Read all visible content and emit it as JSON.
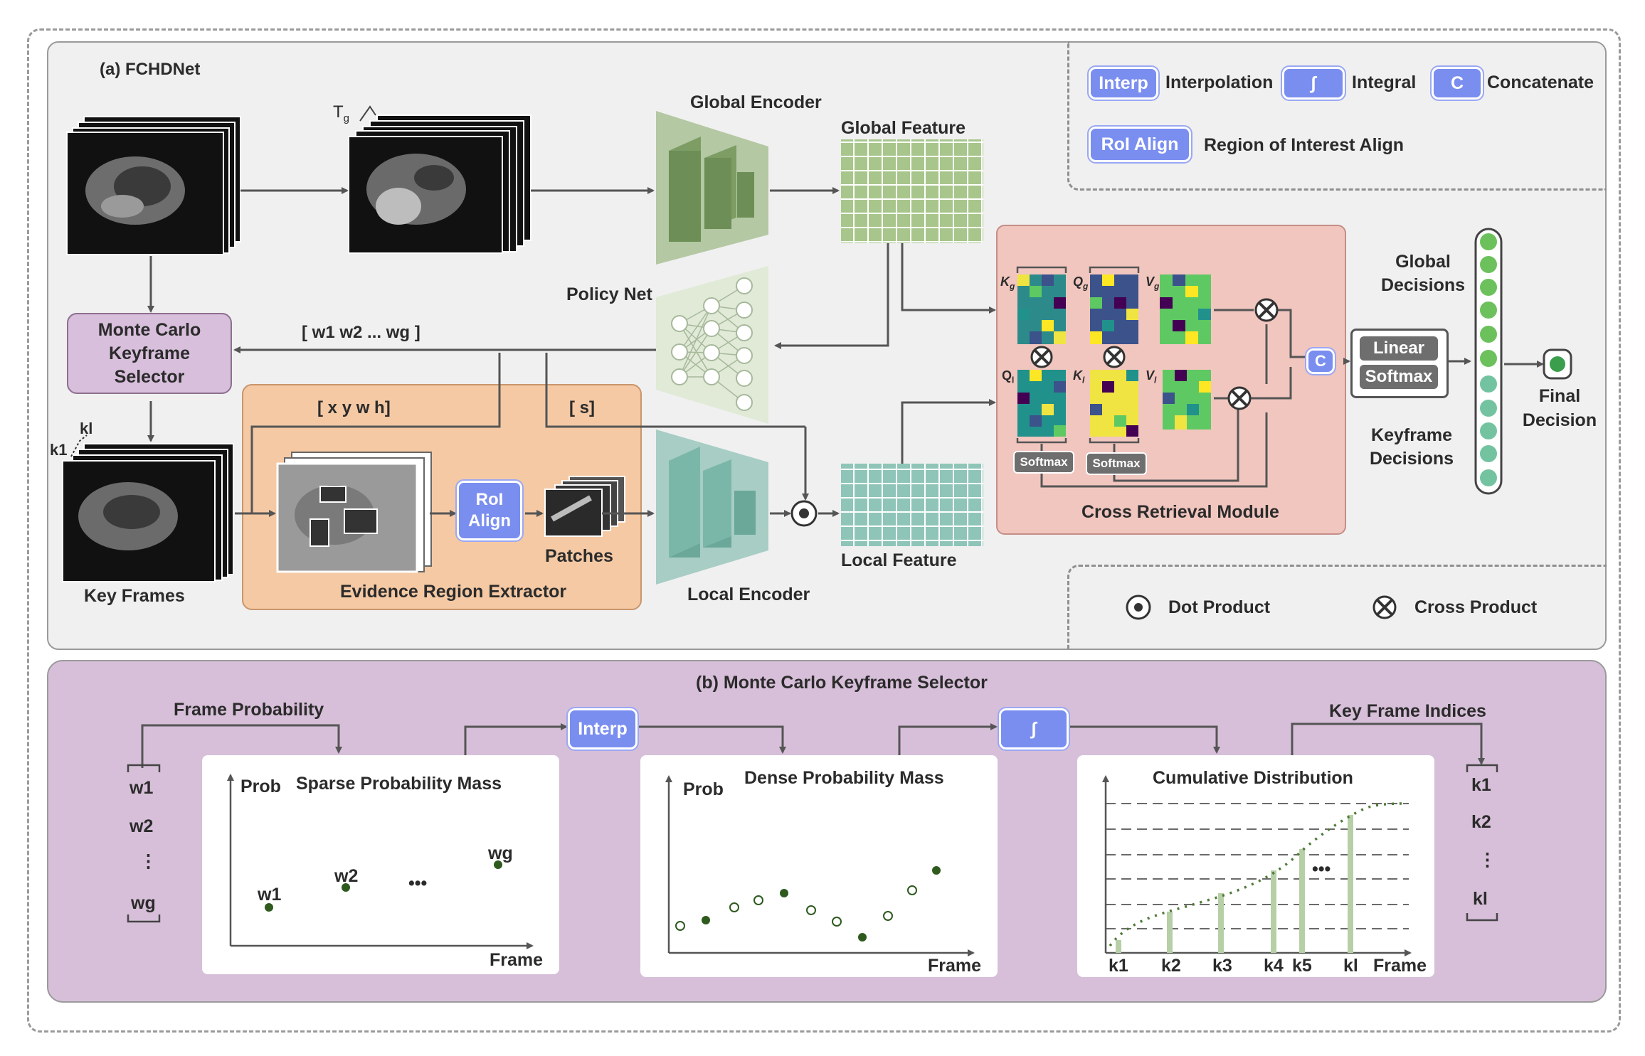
{
  "panel_a": {
    "title": "(a) FCHDNet",
    "tg": "T",
    "tg_sub": "g",
    "global_encoder": "Global Encoder",
    "global_feature": "Global Feature",
    "policy_net": "Policy Net",
    "monte_carlo": [
      "Monte Carlo",
      "Keyframe",
      "Selector"
    ],
    "weights_bracket": "w1  w2 ... wg",
    "xywh_bracket": "x  y  w h",
    "s_bracket": "s",
    "kl": "kl",
    "k1": "k1",
    "key_frames": "Key Frames",
    "roi_align_box": [
      "RoI",
      "Align"
    ],
    "patches": "Patches",
    "evidence_region_extractor": "Evidence Region Extractor",
    "local_encoder": "Local Encoder",
    "local_feature": "Local Feature",
    "cross_retrieval_module": "Cross Retrieval Module",
    "crm_labels": {
      "kg": "K",
      "kg_sub": "g",
      "qg": "Q",
      "qg_sub": "g",
      "vg": "V",
      "vg_sub": "g",
      "ql": "Q",
      "ql_sub": "l",
      "kl": "K",
      "kl_sub": "l",
      "vl": "V",
      "vl_sub": "l",
      "softmax1": "Softmax",
      "softmax2": "Softmax",
      "concat": "C"
    },
    "linear": "Linear",
    "softmax": "Softmax",
    "global_decisions": [
      "Global",
      "Decisions"
    ],
    "keyframe_decisions": [
      "Keyframe",
      "Decisions"
    ],
    "final_decision": [
      "Final",
      "Decision"
    ]
  },
  "legend": {
    "interp_badge": "Interp",
    "interp_label": "Interpolation",
    "integral_badge": "∫",
    "integral_label": "Integral",
    "concat_badge": "C",
    "concat_label": "Concatenate",
    "roi_badge": "RoI Align",
    "roi_label": "Region of Interest Align",
    "dot_label": "Dot Product",
    "cross_label": "Cross Product"
  },
  "panel_b": {
    "title": "(b) Monte Carlo Keyframe Selector",
    "frame_probability": "Frame Probability",
    "w_list": [
      "w1",
      "w2",
      "⋮",
      "wg"
    ],
    "interp": "Interp",
    "integral": "∫",
    "key_frame_indices": "Key Frame Indices",
    "k_list": [
      "k1",
      "k2",
      "⋮",
      "kl"
    ],
    "chart1": {
      "title": "Sparse Probability Mass",
      "ylabel": "Prob",
      "xlabel": "Frame",
      "points": [
        "w1",
        "w2",
        "•••",
        "wg"
      ]
    },
    "chart2": {
      "title": "Dense Probability Mass",
      "ylabel": "Prob",
      "xlabel": "Frame"
    },
    "chart3": {
      "title": "Cumulative Distribution",
      "xlabel": "Frame",
      "ticks": [
        "k1",
        "k2",
        "k3",
        "k4",
        "k5",
        "kl"
      ],
      "ellipsis": "•••"
    }
  },
  "colors": {
    "blue": "#7a8ef0",
    "green_encoder": "#8fad78",
    "teal_encoder": "#76aea2",
    "global_grid": "#a8c68b",
    "local_grid": "#8fc5b8",
    "orange_panel": "#f4c9a4",
    "crm_panel": "#f1c6bf",
    "purple_panel": "#d7bfd9"
  }
}
